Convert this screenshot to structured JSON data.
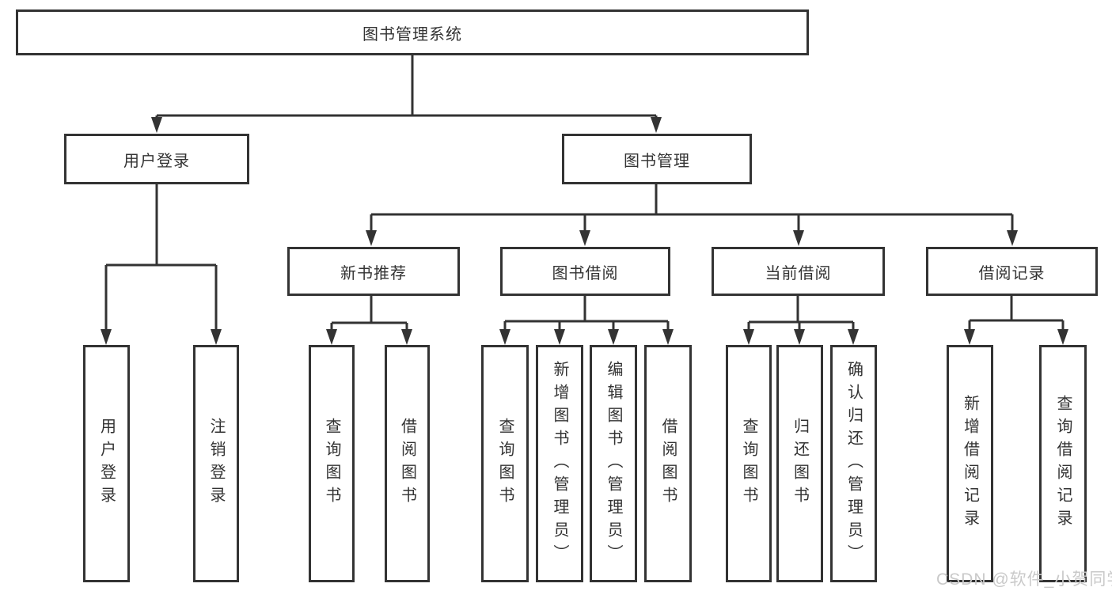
{
  "diagram": {
    "root": "图书管理系统",
    "level2": {
      "user_login": "用户登录",
      "book_mgmt": "图书管理"
    },
    "level3": {
      "new_books": "新书推荐",
      "book_borrow": "图书借阅",
      "current_borrow": "当前借阅",
      "borrow_records": "借阅记录"
    },
    "leaves": {
      "user_login": [
        "用户登录",
        "注销登录"
      ],
      "new_books": [
        "查询图书",
        "借阅图书"
      ],
      "book_borrow": [
        "查询图书",
        "新增图书（管理员）",
        "编辑图书（管理员）",
        "借阅图书"
      ],
      "current_borrow": [
        "查询图书",
        "归还图书",
        "确认归还（管理员）"
      ],
      "borrow_records": [
        "新增借阅记录",
        "查询借阅记录"
      ]
    }
  },
  "watermark": {
    "text": "CSDN @软件_小贺同学"
  },
  "colors": {
    "line": "#333333",
    "text": "#333333",
    "background": "#ffffff",
    "watermark": "#c9c9c9"
  }
}
